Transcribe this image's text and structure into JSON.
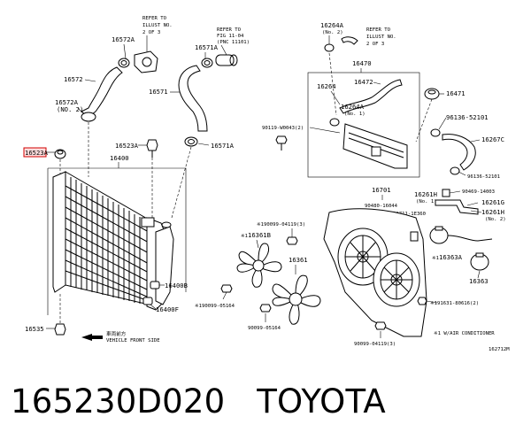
{
  "caption": "165230D020   TOYOTA",
  "diagram_id": "162712M",
  "highlighted_part": "16523A",
  "labels": {
    "refer_illust_1": [
      "REFER TO",
      "ILLUST NO.",
      "2 OF 3"
    ],
    "refer_fig": [
      "REFER TO",
      "FIG 11-04",
      "(PNC 11101)"
    ],
    "refer_illust_2": [
      "REFER TO",
      "ILLUST NO.",
      "2 OF 3"
    ],
    "p16572A_top": "16572A",
    "p16571A_top": "16571A",
    "p16264A_top": [
      "16264A",
      "(No. 2)"
    ],
    "p16470": "16470",
    "p16572": "16572",
    "p16571": "16571",
    "p16264": "16264",
    "p16472": "16472",
    "p16471": "16471",
    "p16572A_mid": [
      "16572A",
      "(NO. 2)"
    ],
    "p16264A_mid": [
      "16264A",
      "(No. 1)"
    ],
    "p96136_1": "96136-52101",
    "p90119": "90119-W0043(2)",
    "p16267C": "16267C",
    "p16523A_main": "16523A",
    "p16571A_mid": "16571A",
    "p16400": "16400",
    "p96136_2": "96136-52101",
    "p90469": "90469-14003",
    "p16701": "16701",
    "p16261H_1": [
      "16261H",
      "(No. 1)"
    ],
    "p16261G": "16261G",
    "p16261H_2": [
      "16261H",
      "(No. 2)"
    ],
    "p90480": "90480-16044",
    "p82711": "82711-1E360",
    "p90099_top": "90099-04119(3)",
    "p16361B": "16361B",
    "p16361": "16361",
    "p16363A": "16363A",
    "p16363": "16363",
    "p16400B": "16400B",
    "p16400F": "16400F",
    "p90099_05164_a": "90099-05164",
    "p90099_05164_b": "90099-05164",
    "p91631": "91631-80616(2)",
    "p16535": "16535",
    "p90099_bottom": "90099-04119(3)",
    "vehicle_front": [
      "車両前方",
      "VEHICLE FRONT SIDE"
    ],
    "note": "※1 W/AIR CONDITIONER",
    "star1": "※1"
  }
}
